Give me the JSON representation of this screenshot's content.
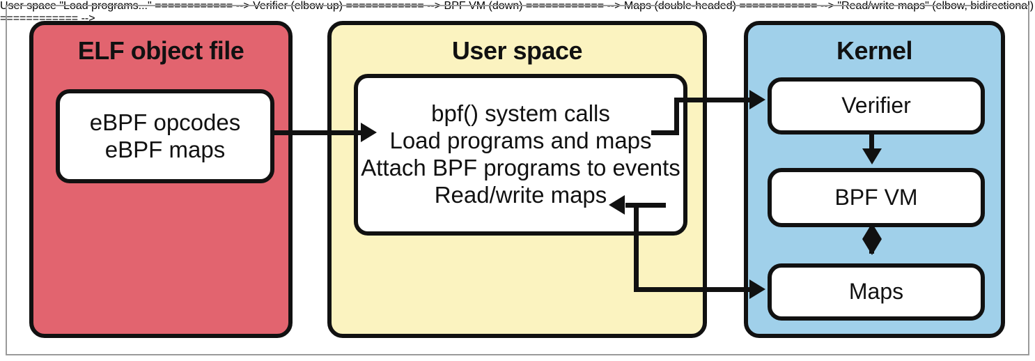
{
  "diagram": {
    "title_elf": "ELF object file",
    "title_user": "User space",
    "title_kernel": "Kernel",
    "elf_box": {
      "line1": "eBPF opcodes",
      "line2": "eBPF maps"
    },
    "user_box": {
      "line1": "bpf() system calls",
      "line2": "Load programs and maps",
      "line3": "Attach BPF programs to events",
      "line4": "Read/write maps"
    },
    "kernel_boxes": {
      "verifier": "Verifier",
      "bpf_vm": "BPF VM",
      "maps": "Maps"
    },
    "colors": {
      "elf_panel": "#E2646F",
      "user_panel": "#FBF3C0",
      "kernel_panel": "#A0D0EA",
      "stroke": "#111111",
      "box_fill": "#ffffff",
      "outer_frame": "#9a9a9a"
    },
    "connectors": [
      {
        "name": "elf-to-userspace",
        "from": "eBPF opcodes / eBPF maps",
        "to": "Load programs and maps",
        "direction": "right"
      },
      {
        "name": "userspace-to-verifier",
        "from": "Load programs and maps",
        "to": "Verifier",
        "direction": "right"
      },
      {
        "name": "verifier-to-bpfvm",
        "from": "Verifier",
        "to": "BPF VM",
        "direction": "down"
      },
      {
        "name": "bpfvm-to-maps",
        "from": "BPF VM",
        "to": "Maps",
        "direction": "bidirectional"
      },
      {
        "name": "maps-to-userspace",
        "from": "Maps",
        "to": "Read/write maps",
        "direction": "bidirectional"
      }
    ]
  }
}
